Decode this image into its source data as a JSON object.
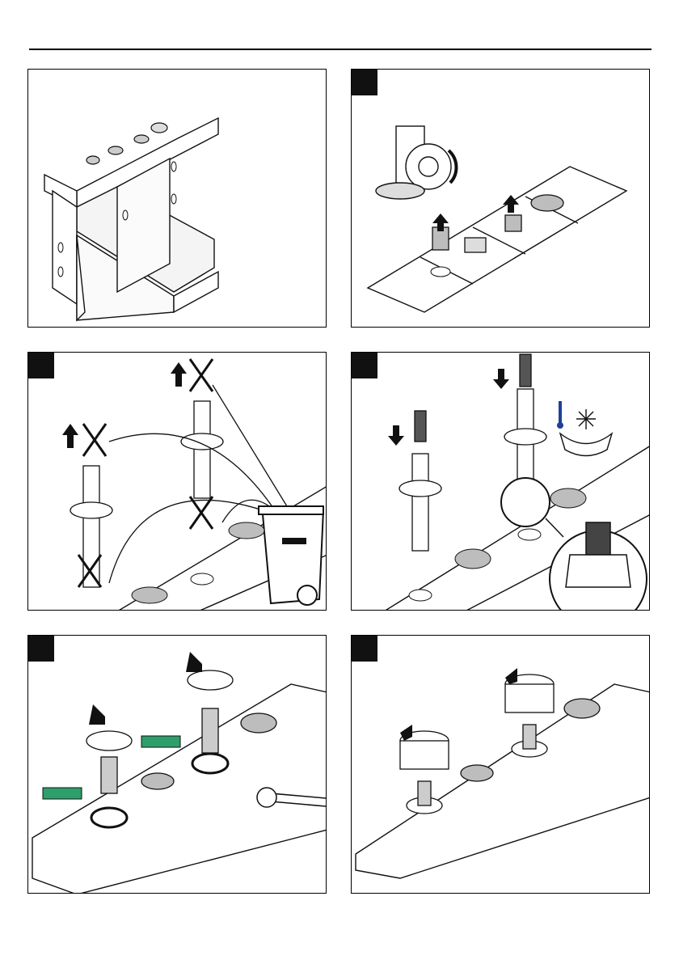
{
  "page": {
    "steps": [
      {
        "id": "overview",
        "badge": ""
      },
      {
        "id": "step-1",
        "badge": ""
      },
      {
        "id": "step-2",
        "badge": ""
      },
      {
        "id": "step-3",
        "badge": ""
      },
      {
        "id": "step-4",
        "badge": ""
      },
      {
        "id": "step-5",
        "badge": ""
      }
    ]
  },
  "colors": {
    "line": "#111111",
    "fill_gray": "#bdbdbd",
    "dark_gray": "#555555",
    "grease_green": "#2e9e6b",
    "cold_blue": "#1f3f99"
  },
  "icons": {
    "rotate_arrow": "curved-arrow-icon",
    "up_arrow": "up-arrow-icon",
    "down_arrow": "down-arrow-icon",
    "trash": "trash-bin-icon",
    "freeze": "snowflake-icon",
    "wrench": "wrench-icon",
    "grease": "grease-tube-icon"
  }
}
